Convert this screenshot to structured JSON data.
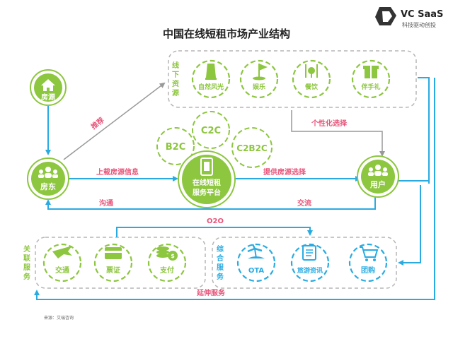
{
  "title": "中国在线短租市场产业结构",
  "brand": {
    "name": "VC SaaS",
    "tagline": "科技驱动创投"
  },
  "source": "来源：艾瑞咨询",
  "colors": {
    "green": "#8dc63f",
    "blue": "#29abe2",
    "pink": "#e8557a",
    "gray": "#aaaaaa"
  },
  "nodes": {
    "fangyuan": {
      "label": "房源",
      "icon": "house-icon"
    },
    "fangdong": {
      "label": "房东",
      "icon": "people-group-icon"
    },
    "yonghu": {
      "label": "用户",
      "icon": "people-group-icon"
    },
    "platform": {
      "label_line1": "在线短租",
      "label_line2": "服务平台",
      "icon": "phone-touch-icon"
    },
    "models": [
      "B2C",
      "C2C",
      "C2B2C"
    ]
  },
  "offline": {
    "group_label": [
      "线",
      "下",
      "资",
      "源"
    ],
    "items": [
      {
        "label": "自然风光",
        "icon": "tower-icon"
      },
      {
        "label": "娱乐",
        "icon": "golf-icon"
      },
      {
        "label": "餐饮",
        "icon": "cutlery-icon"
      },
      {
        "label": "伴手礼",
        "icon": "gift-icon"
      }
    ]
  },
  "related": {
    "group_label": [
      "关",
      "联",
      "服",
      "务"
    ],
    "items": [
      {
        "label": "交通",
        "icon": "plane-icon"
      },
      {
        "label": "票证",
        "icon": "card-icon"
      },
      {
        "label": "支付",
        "icon": "coins-icon"
      }
    ]
  },
  "integrated": {
    "group_label": [
      "综",
      "合",
      "服",
      "务"
    ],
    "items": [
      {
        "label": "OTA",
        "icon": "island-icon"
      },
      {
        "label": "旅游资讯",
        "icon": "document-icon"
      },
      {
        "label": "团购",
        "icon": "cart-icon"
      }
    ]
  },
  "edges": {
    "tuijian": "推荐",
    "shangzai": "上载房源信息",
    "tigong": "提供房源选择",
    "gexinghua": "个性化选择",
    "goutong": "沟通",
    "jiaoliu": "交流",
    "o2o": "O2O",
    "yanshen": "延伸服务"
  }
}
